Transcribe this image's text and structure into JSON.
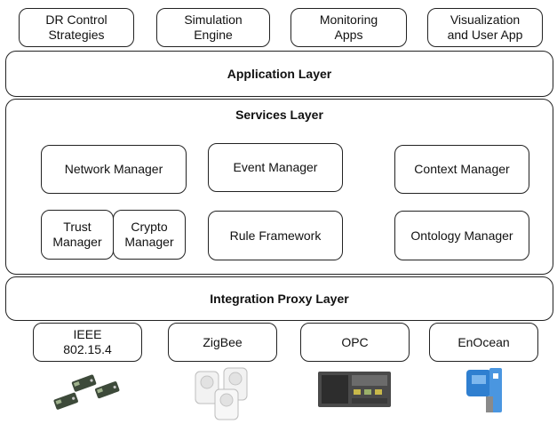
{
  "apps": [
    {
      "label": "DR Control\nStrategies"
    },
    {
      "label": "Simulation\nEngine"
    },
    {
      "label": "Monitoring\nApps"
    },
    {
      "label": "Visualization\nand User App"
    }
  ],
  "application_layer": {
    "title": "Application Layer"
  },
  "services_layer": {
    "title": "Services Layer",
    "network_manager": "Network Manager",
    "event_manager": "Event Manager",
    "context_manager": "Context Manager",
    "trust_manager": "Trust\nManager",
    "crypto_manager": "Crypto\nManager",
    "rule_framework": "Rule Framework",
    "ontology_manager": "Ontology Manager"
  },
  "integration_layer": {
    "title": "Integration Proxy Layer"
  },
  "protocols": [
    {
      "label": "IEEE\n802.15.4",
      "device_icon": "sensor-boards-icon"
    },
    {
      "label": "ZigBee",
      "device_icon": "smart-plugs-icon"
    },
    {
      "label": "OPC",
      "device_icon": "plc-controller-icon"
    },
    {
      "label": "EnOcean",
      "device_icon": "enocean-module-icon"
    }
  ]
}
